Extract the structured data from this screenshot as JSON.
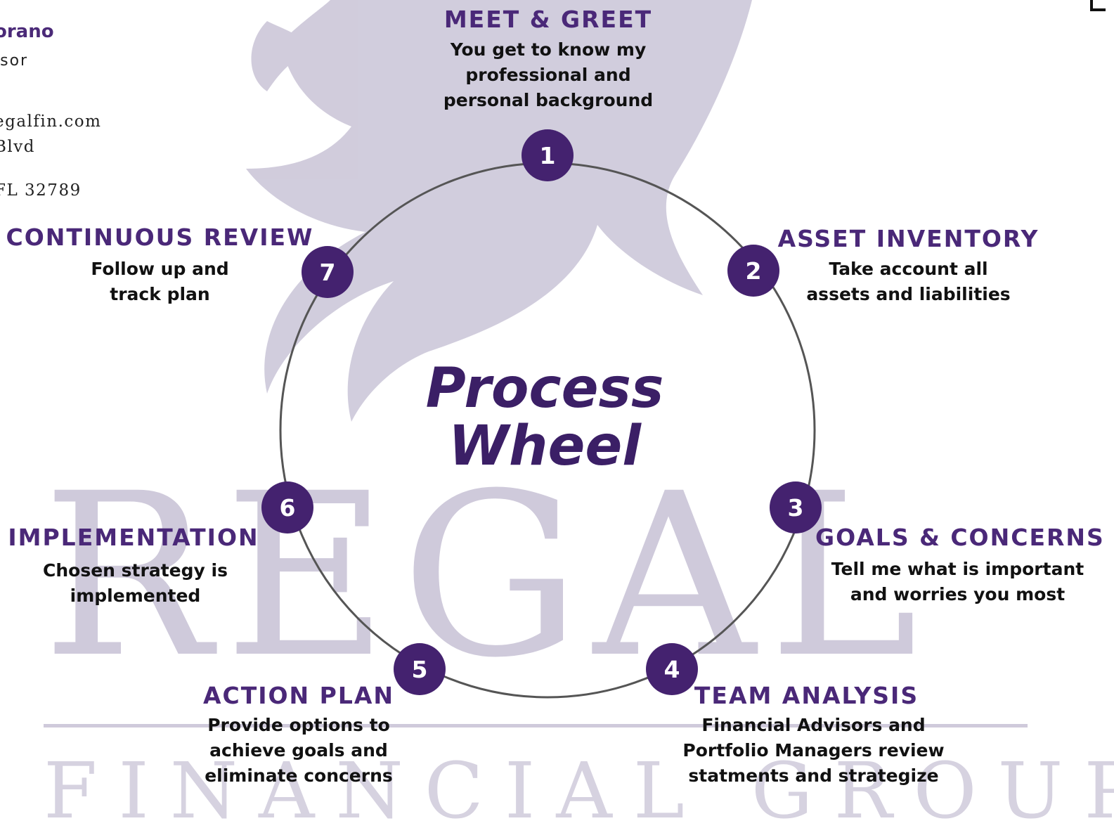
{
  "contact": {
    "name": "orano",
    "title": "isor",
    "email": "egalfin.com",
    "street": "Blvd",
    "city": "FL 32789"
  },
  "watermark": {
    "word": "REGAL",
    "subtitle": "FINANCIAL GROUP"
  },
  "center_title": [
    "Process",
    "Wheel"
  ],
  "steps": [
    {
      "number": "1",
      "title": "MEET & GREET",
      "description": "You get to know my\nprofessional and\npersonal background"
    },
    {
      "number": "2",
      "title": "ASSET INVENTORY",
      "description": "Take account all\nassets and liabilities"
    },
    {
      "number": "3",
      "title": "GOALS & CONCERNS",
      "description": "Tell me what is important\nand worries you most"
    },
    {
      "number": "4",
      "title": "TEAM ANALYSIS",
      "description": "Financial Advisors and\nPortfolio Managers review\nstatments  and strategize"
    },
    {
      "number": "5",
      "title": "ACTION PLAN",
      "description": "Provide options to\nachieve goals and\neliminate concerns"
    },
    {
      "number": "6",
      "title": "IMPLEMENTATION",
      "description": "Chosen strategy is\nimplemented"
    },
    {
      "number": "7",
      "title": "CONTINUOUS REVIEW",
      "description": "Follow up and\ntrack plan"
    }
  ],
  "colors": {
    "accent": "#4a2878",
    "node_fill": "#44226f",
    "ring": "#555555",
    "watermark": "#cfcadb"
  }
}
